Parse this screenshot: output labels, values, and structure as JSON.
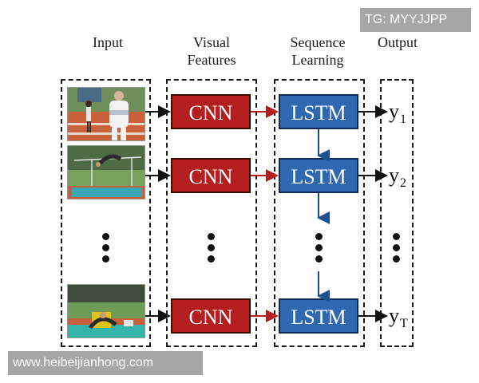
{
  "columns": {
    "input": "Input",
    "visual": "Visual\nFeatures",
    "sequence": "Sequence\nLearning",
    "output": "Output"
  },
  "blocks": {
    "cnn": "CNN",
    "lstm": "LSTM"
  },
  "outputs": [
    {
      "base": "y",
      "sub": "1"
    },
    {
      "base": "y",
      "sub": "2"
    },
    {
      "base": "y",
      "sub": "T"
    }
  ],
  "colors": {
    "cnn": "#b31f1f",
    "lstm": "#2f68b0",
    "red_arrow": "#b31f1f",
    "blue_arrow": "#1f4f8f",
    "black_arrow": "#111111"
  },
  "watermarks": {
    "top_right": "TG: MYYJJPP",
    "bottom_left": "www.heibeijianhong.com"
  }
}
